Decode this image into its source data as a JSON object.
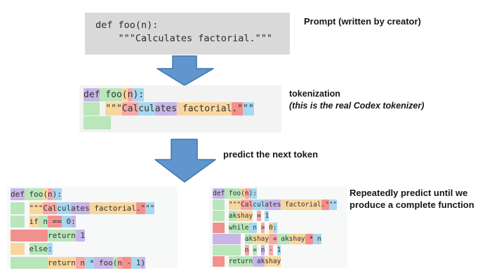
{
  "labels": {
    "prompt": "Prompt (written by creator)",
    "tokenization_title": "tokenization",
    "tokenization_sub": "(this is the real Codex tokenizer)",
    "predict": "predict the next token",
    "repeat": "Repeatedly predict until we produce a complete function"
  },
  "prompt": {
    "code": [
      "def foo(n):",
      "    \"\"\"Calculates factorial.\"\"\""
    ]
  },
  "colors": {
    "purple": "#c7b6e7",
    "green": "#b9e6ba",
    "orange": "#f8d79e",
    "pink": "#f6a8a5",
    "red": "#f2908d",
    "blue": "#a8d7f0",
    "arrow_fill": "#6095ce",
    "arrow_stroke": "#4176ad",
    "prompt_box_bg": "#d9d9d9",
    "panel_bg": "#f3f3f4"
  },
  "panels": {
    "tokenized": {
      "lines": [
        [
          {
            "t": "def",
            "c": "purple"
          },
          {
            "t": " foo",
            "c": "green"
          },
          {
            "t": "(",
            "c": "orange"
          },
          {
            "t": "n",
            "c": "pink"
          },
          {
            "t": "):",
            "c": "blue"
          }
        ],
        [
          {
            "t": "   ",
            "c": "green"
          },
          {
            "t": " ",
            "c": "none"
          },
          {
            "t": "\"\"\"",
            "c": "orange"
          },
          {
            "t": "Cal",
            "c": "pink"
          },
          {
            "t": "cul",
            "c": "blue"
          },
          {
            "t": "ates",
            "c": "purple"
          },
          {
            "t": " factorial",
            "c": "orange"
          },
          {
            "t": ".\"",
            "c": "red"
          },
          {
            "t": "\"\"",
            "c": "blue"
          }
        ],
        [
          {
            "t": "     ",
            "c": "green"
          }
        ]
      ]
    },
    "left": {
      "lines": [
        [
          {
            "t": "def",
            "c": "purple"
          },
          {
            "t": " foo",
            "c": "green"
          },
          {
            "t": "(",
            "c": "orange"
          },
          {
            "t": "n",
            "c": "pink"
          },
          {
            "t": "):",
            "c": "blue"
          }
        ],
        [
          {
            "t": "   ",
            "c": "green"
          },
          {
            "t": " ",
            "c": "none"
          },
          {
            "t": "\"\"\"",
            "c": "orange"
          },
          {
            "t": "Cal",
            "c": "pink"
          },
          {
            "t": "cul",
            "c": "blue"
          },
          {
            "t": "ates",
            "c": "purple"
          },
          {
            "t": " factorial",
            "c": "orange"
          },
          {
            "t": ".\"",
            "c": "red"
          },
          {
            "t": "\"\"",
            "c": "blue"
          }
        ],
        [
          {
            "t": "   ",
            "c": "green"
          },
          {
            "t": " ",
            "c": "none"
          },
          {
            "t": "if",
            "c": "orange"
          },
          {
            "t": " n",
            "c": "green"
          },
          {
            "t": " ==",
            "c": "red"
          },
          {
            "t": " 0",
            "c": "blue"
          },
          {
            "t": ":",
            "c": "purple"
          }
        ],
        [
          {
            "t": "        ",
            "c": "red"
          },
          {
            "t": "return",
            "c": "green"
          },
          {
            "t": " 1",
            "c": "purple"
          }
        ],
        [
          {
            "t": "   ",
            "c": "orange"
          },
          {
            "t": " ",
            "c": "none"
          },
          {
            "t": "else",
            "c": "green"
          },
          {
            "t": ":",
            "c": "blue"
          }
        ],
        [
          {
            "t": "        ",
            "c": "green"
          },
          {
            "t": "return",
            "c": "orange"
          },
          {
            "t": " n",
            "c": "pink"
          },
          {
            "t": " *",
            "c": "blue"
          },
          {
            "t": " foo",
            "c": "purple"
          },
          {
            "t": "(",
            "c": "green"
          },
          {
            "t": "n",
            "c": "pink"
          },
          {
            "t": " -",
            "c": "red"
          },
          {
            "t": " 1",
            "c": "blue"
          },
          {
            "t": ")",
            "c": "purple"
          }
        ]
      ]
    },
    "right": {
      "lines": [
        [
          {
            "t": "def",
            "c": "purple"
          },
          {
            "t": " foo",
            "c": "green"
          },
          {
            "t": "(",
            "c": "orange"
          },
          {
            "t": "n",
            "c": "pink"
          },
          {
            "t": "):",
            "c": "blue"
          }
        ],
        [
          {
            "t": "   ",
            "c": "green"
          },
          {
            "t": " ",
            "c": "none"
          },
          {
            "t": "\"\"\"",
            "c": "orange"
          },
          {
            "t": "Cal",
            "c": "pink"
          },
          {
            "t": "cul",
            "c": "blue"
          },
          {
            "t": "ates",
            "c": "purple"
          },
          {
            "t": " factorial",
            "c": "orange"
          },
          {
            "t": ".\"",
            "c": "red"
          },
          {
            "t": "\"\"",
            "c": "blue"
          }
        ],
        [
          {
            "t": "   ",
            "c": "green"
          },
          {
            "t": " ",
            "c": "none"
          },
          {
            "t": "ak",
            "c": "green"
          },
          {
            "t": "shay",
            "c": "orange"
          },
          {
            "t": " ",
            "c": "none"
          },
          {
            "t": "=",
            "c": "pink"
          },
          {
            "t": " ",
            "c": "none"
          },
          {
            "t": "1",
            "c": "blue"
          }
        ],
        [
          {
            "t": "   ",
            "c": "red"
          },
          {
            "t": " ",
            "c": "none"
          },
          {
            "t": "while",
            "c": "green"
          },
          {
            "t": " n",
            "c": "blue"
          },
          {
            "t": " ",
            "c": "none"
          },
          {
            "t": ">",
            "c": "pink"
          },
          {
            "t": " ",
            "c": "none"
          },
          {
            "t": "0",
            "c": "orange"
          },
          {
            "t": ":",
            "c": "blue"
          }
        ],
        [
          {
            "t": "       ",
            "c": "purple"
          },
          {
            "t": " ",
            "c": "none"
          },
          {
            "t": "ak",
            "c": "green"
          },
          {
            "t": "shay",
            "c": "orange"
          },
          {
            "t": " =",
            "c": "pink"
          },
          {
            "t": " ak",
            "c": "green"
          },
          {
            "t": "shay",
            "c": "orange"
          },
          {
            "t": " *",
            "c": "red"
          },
          {
            "t": " n",
            "c": "blue"
          }
        ],
        [
          {
            "t": "       ",
            "c": "green"
          },
          {
            "t": " ",
            "c": "none"
          },
          {
            "t": "n",
            "c": "pink"
          },
          {
            "t": " ",
            "c": "none"
          },
          {
            "t": "=",
            "c": "green"
          },
          {
            "t": " ",
            "c": "none"
          },
          {
            "t": "n",
            "c": "purple"
          },
          {
            "t": " ",
            "c": "none"
          },
          {
            "t": "-",
            "c": "pink"
          },
          {
            "t": " ",
            "c": "none"
          },
          {
            "t": "1",
            "c": "blue"
          }
        ],
        [
          {
            "t": "   ",
            "c": "red"
          },
          {
            "t": " ",
            "c": "none"
          },
          {
            "t": "return",
            "c": "green"
          },
          {
            "t": " ak",
            "c": "purple"
          },
          {
            "t": "shay",
            "c": "orange"
          }
        ]
      ]
    }
  }
}
